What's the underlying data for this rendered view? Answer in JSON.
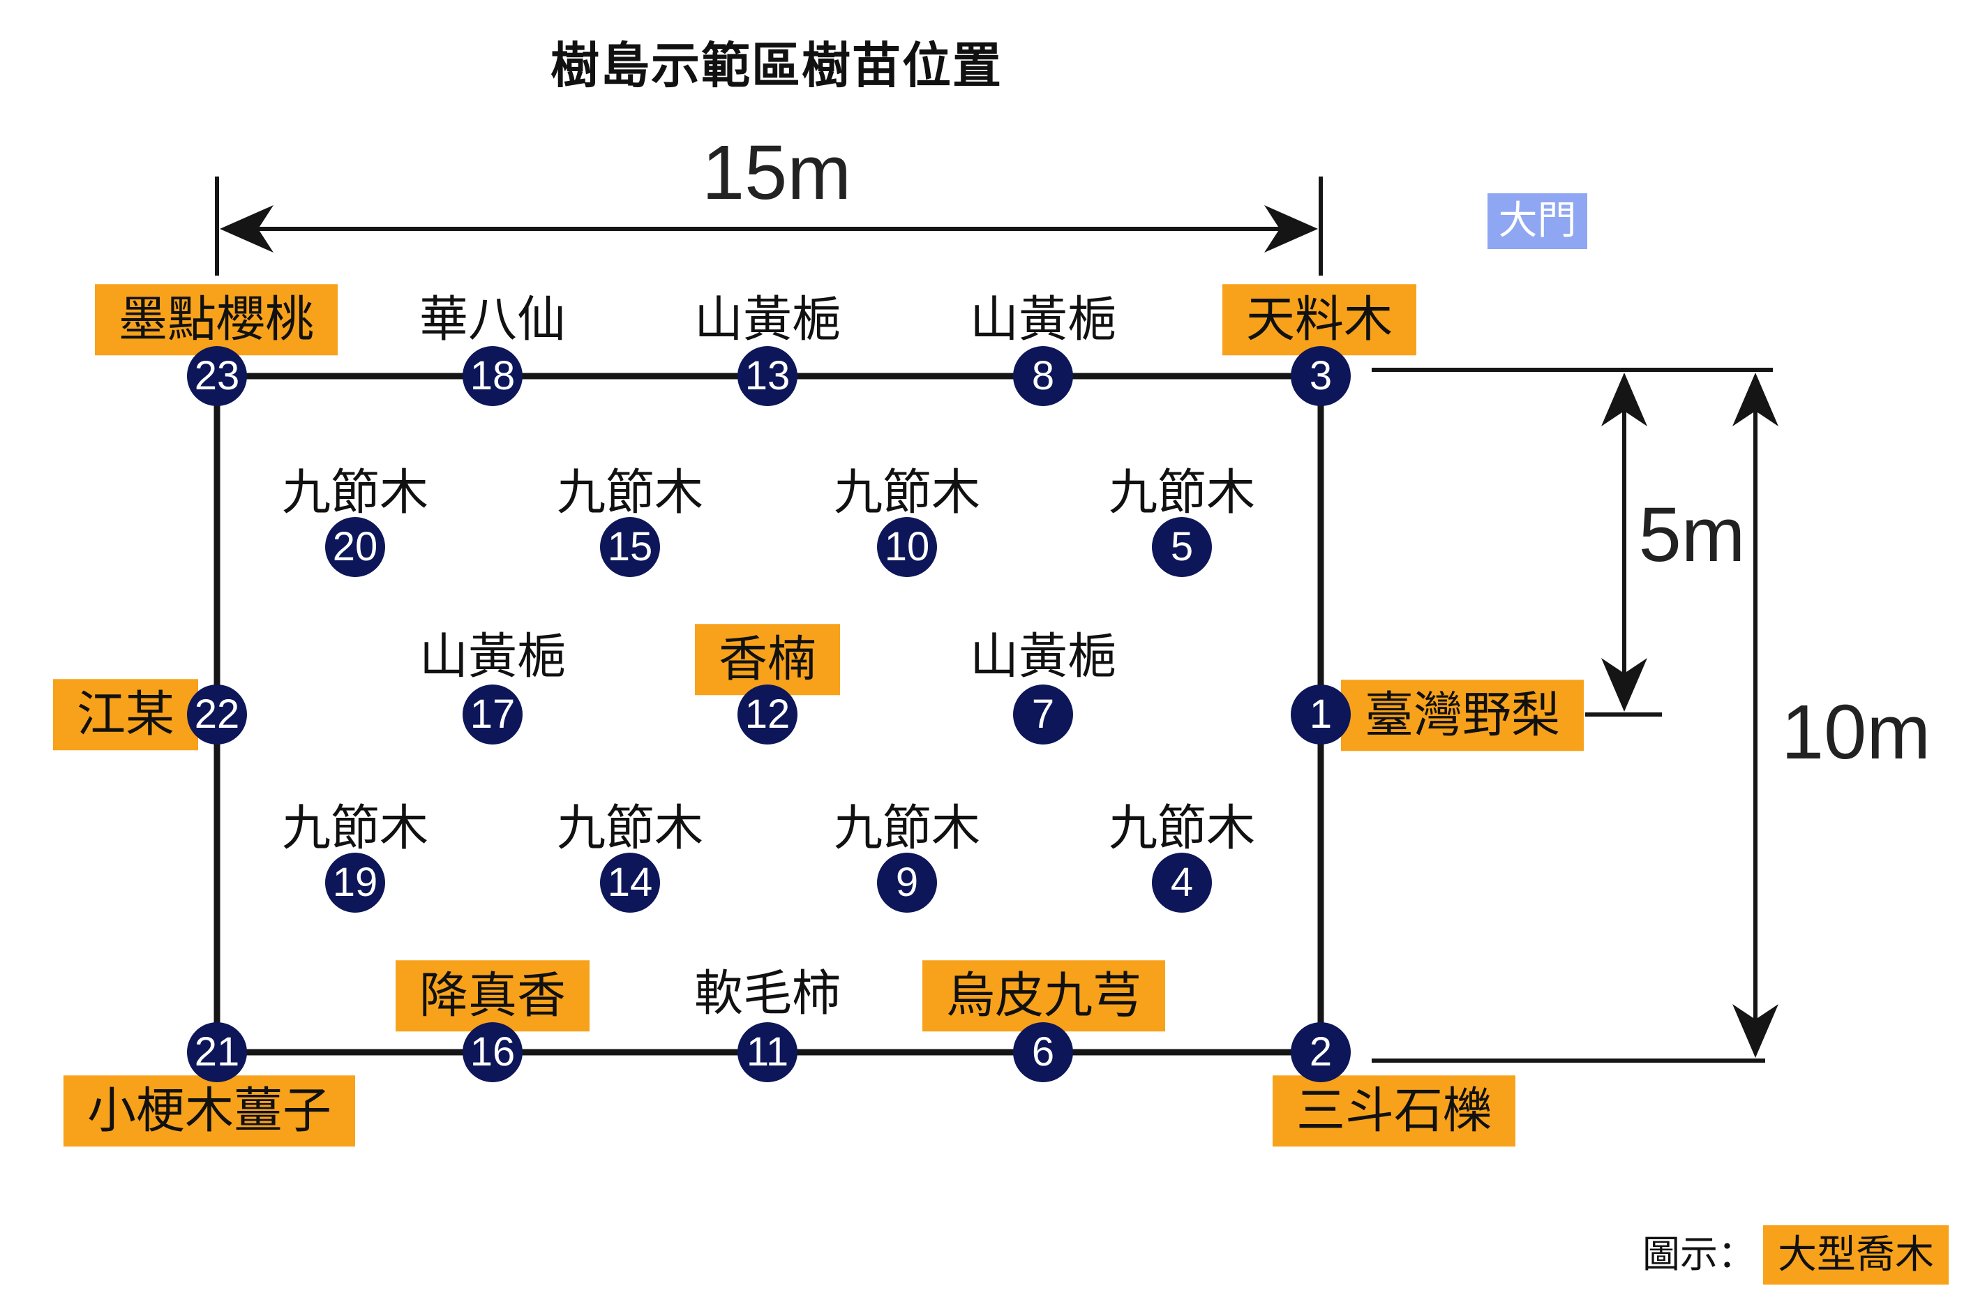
{
  "title": "樹島示範區樹苗位置",
  "dimensions": {
    "width": "15m",
    "half_depth": "5m",
    "depth": "10m"
  },
  "gate": {
    "label": "大門"
  },
  "legend": {
    "prefix": "圖示：",
    "label": "大型喬木"
  },
  "colors": {
    "highlight": "#f8a21b",
    "node": "#0d1659",
    "gate": "#8fa6f2",
    "line": "#151515"
  },
  "trees": [
    {
      "id": 1,
      "name": "臺灣野梨",
      "large": true
    },
    {
      "id": 2,
      "name": "三斗石櫟",
      "large": true
    },
    {
      "id": 3,
      "name": "天料木",
      "large": true
    },
    {
      "id": 4,
      "name": "九節木",
      "large": false
    },
    {
      "id": 5,
      "name": "九節木",
      "large": false
    },
    {
      "id": 6,
      "name": "烏皮九芎",
      "large": true
    },
    {
      "id": 7,
      "name": "山黃梔",
      "large": false
    },
    {
      "id": 8,
      "name": "山黃梔",
      "large": false
    },
    {
      "id": 9,
      "name": "九節木",
      "large": false
    },
    {
      "id": 10,
      "name": "九節木",
      "large": false
    },
    {
      "id": 11,
      "name": "軟毛柿",
      "large": false
    },
    {
      "id": 12,
      "name": "香楠",
      "large": true
    },
    {
      "id": 13,
      "name": "山黃梔",
      "large": false
    },
    {
      "id": 14,
      "name": "九節木",
      "large": false
    },
    {
      "id": 15,
      "name": "九節木",
      "large": false
    },
    {
      "id": 16,
      "name": "降真香",
      "large": true
    },
    {
      "id": 17,
      "name": "山黃梔",
      "large": false
    },
    {
      "id": 18,
      "name": "華八仙",
      "large": false
    },
    {
      "id": 19,
      "name": "九節木",
      "large": false
    },
    {
      "id": 20,
      "name": "九節木",
      "large": false
    },
    {
      "id": 21,
      "name": "小梗木薑子",
      "large": true
    },
    {
      "id": 22,
      "name": "江某",
      "large": true
    },
    {
      "id": 23,
      "name": "墨點櫻桃",
      "large": true
    }
  ]
}
